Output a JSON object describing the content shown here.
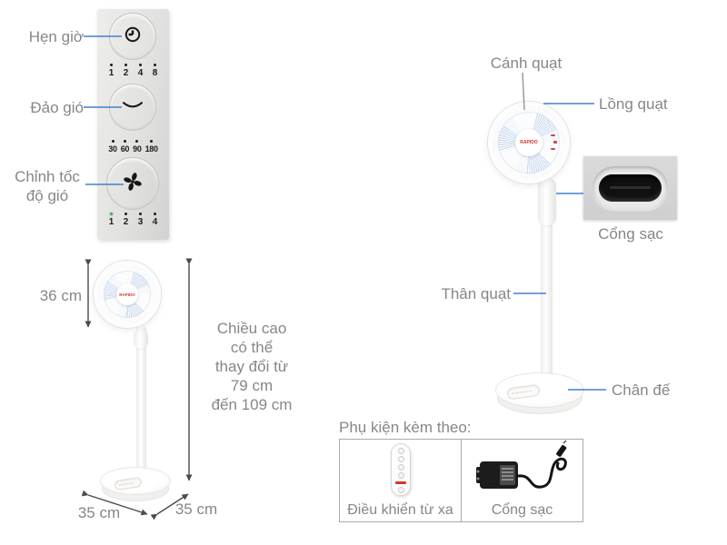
{
  "colors": {
    "accent_blue": "#4080cf",
    "label_gray": "#84878b",
    "panel_number_black": "#1c1c1c",
    "led_green": "#3cb54a",
    "brand_red": "#d6342c"
  },
  "brand": "RAPIDO",
  "control_panel": {
    "timer": {
      "label": "Hẹn giờ",
      "icon": "timer-clock-icon",
      "options": [
        "1",
        "2",
        "4",
        "8"
      ]
    },
    "oscillation": {
      "label": "Đảo gió",
      "icon": "oscillation-arc-icon",
      "options": [
        "30",
        "60",
        "90",
        "180"
      ]
    },
    "speed": {
      "label": "Chỉnh tốc độ gió",
      "icon": "fan-propeller-icon",
      "options": [
        "1",
        "2",
        "3",
        "4"
      ],
      "active_option": "1"
    }
  },
  "size_diagram": {
    "head_diameter": "36 cm",
    "base_width": "35 cm",
    "base_depth": "35 cm",
    "height_lines": [
      "Chiều cao",
      "có thể",
      "thay đổi từ",
      "79 cm",
      "đến 109 cm"
    ]
  },
  "part_labels": {
    "blades": "Cánh quạt",
    "cage": "Lồng quạt",
    "charge_port": "Cổng sạc",
    "body": "Thân quạt",
    "base": "Chân đế"
  },
  "accessories": {
    "heading": "Phụ kiện kèm theo:",
    "items": [
      {
        "label": "Điều khiển từ xa",
        "icon": "remote-control"
      },
      {
        "label": "Cổng sạc",
        "icon": "power-adapter"
      }
    ]
  }
}
